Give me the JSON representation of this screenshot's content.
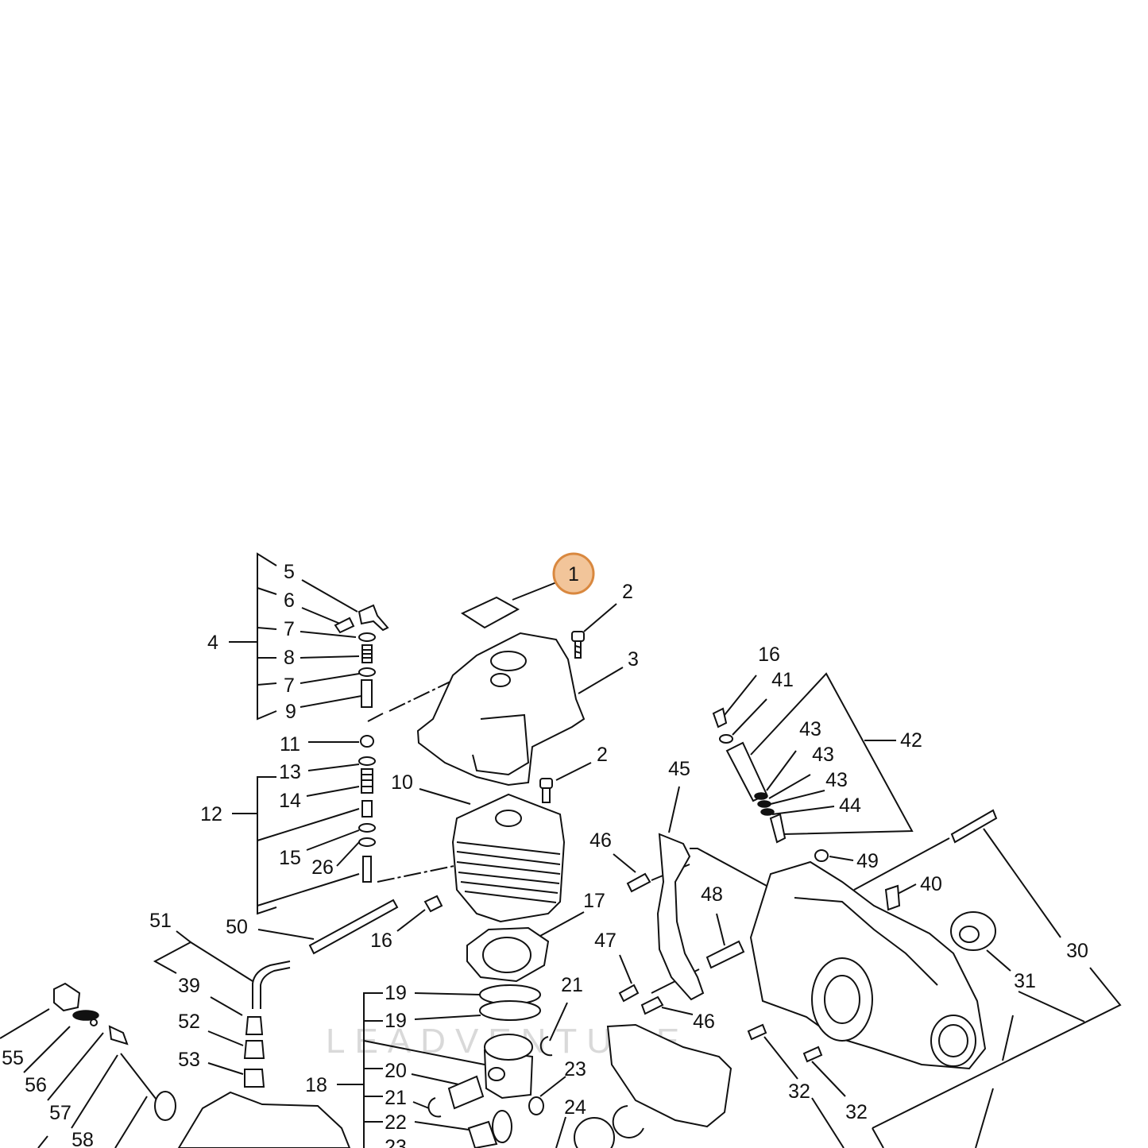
{
  "watermark": "LEADVENTURE",
  "highlight": {
    "label": "1",
    "fill": "#f2c59a",
    "stroke": "#d9883f"
  },
  "labels": {
    "l1": "1",
    "l2": "2",
    "l3": "3",
    "l4": "4",
    "l5": "5",
    "l6": "6",
    "l7": "7",
    "l8": "8",
    "l9": "9",
    "l10": "10",
    "l11": "11",
    "l12": "12",
    "l13": "13",
    "l14": "14",
    "l15": "15",
    "l16": "16",
    "l17": "17",
    "l18": "18",
    "l19": "19",
    "l20": "20",
    "l21": "21",
    "l22": "22",
    "l23": "23",
    "l24": "24",
    "l26": "26",
    "l30": "30",
    "l31": "31",
    "l32": "32",
    "l39": "39",
    "l40": "40",
    "l41": "41",
    "l42": "42",
    "l43": "43",
    "l44": "44",
    "l45": "45",
    "l46": "46",
    "l47": "47",
    "l48": "48",
    "l49": "49",
    "l50": "50",
    "l51": "51",
    "l52": "52",
    "l53": "53",
    "l55": "55",
    "l56": "56",
    "l57": "57",
    "l58": "58"
  }
}
